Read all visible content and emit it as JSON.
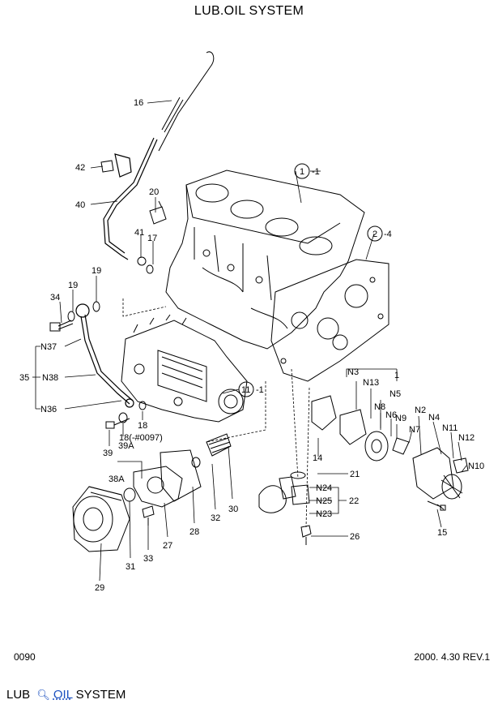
{
  "page": {
    "title": "LUB.OIL SYSTEM",
    "page_code": "0090",
    "revision": "2000. 4.30 REV.1"
  },
  "caption": {
    "word1": "LUB",
    "search_icon": "search-icon",
    "word2": "OIL",
    "word3": "SYSTEM"
  },
  "callouts": {
    "c16": "16",
    "c42": "42",
    "c40": "40",
    "c20": "20",
    "c41": "41",
    "c17": "17",
    "c1_1": "1",
    "c1_1b": "-1",
    "c2_4": "2",
    "c2_4b": "-4",
    "c19a": "19",
    "c19b": "19",
    "c34": "34",
    "cN37": "N37",
    "c35": "35",
    "cN38": "N38",
    "cN36": "N36",
    "c11": "11",
    "c11b": "-1",
    "c39": "39",
    "c39A": "39A",
    "c18": "18",
    "c18b": "18(-#0097)",
    "c38A": "38A",
    "c31": "31",
    "c33": "33",
    "c27": "27",
    "c28": "28",
    "c32": "32",
    "c30": "30",
    "c29": "29",
    "c1": "1",
    "cN3": "N3",
    "cN13": "N13",
    "cN5": "N5",
    "cN8": "N8",
    "cN9": "N9",
    "cN6": "N6",
    "cN7": "N7",
    "cN2": "N2",
    "cN4": "N4",
    "cN11": "N11",
    "cN12": "N12",
    "cN10": "N10",
    "c14": "14",
    "c21": "21",
    "cN24": "N24",
    "cN25": "N25",
    "cN23": "N23",
    "c22": "22",
    "c26": "26",
    "c15": "15"
  }
}
